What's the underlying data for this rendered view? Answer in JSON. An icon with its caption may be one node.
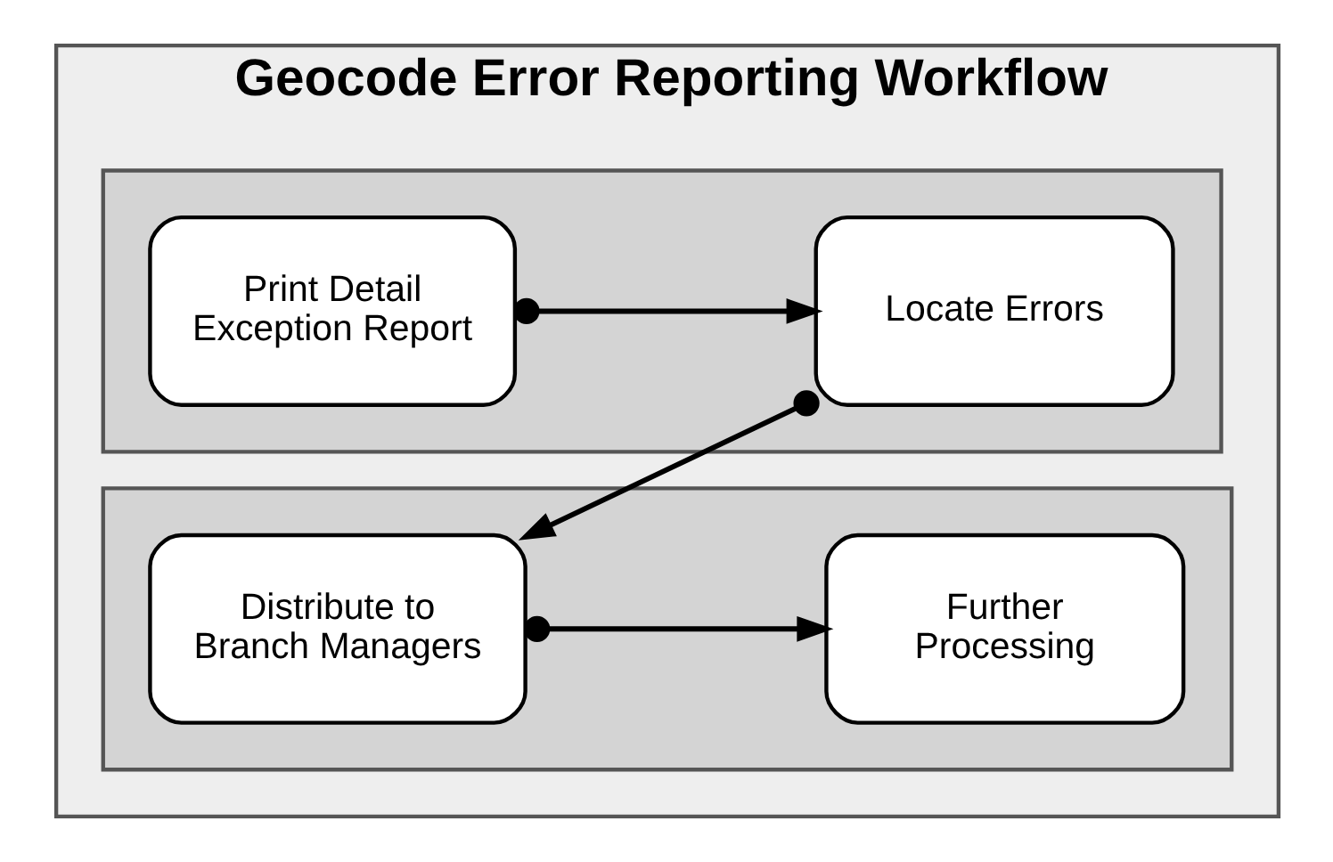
{
  "diagram": {
    "nodes": [
      {
        "text": [
          "Geocode Error Reporting Workflow"
        ]
      },
      {
        "text": [],
        "shape": "band",
        "in": 0
      },
      {
        "text": [
          "Print Detail Exception Report"
        ],
        "in": 1
      },
      {
        "text": [
          "Locate Errors"
        ],
        "in": 1
      },
      {
        "text": [],
        "shape": "band",
        "in": 0
      },
      {
        "text": [
          "Distribute to Branch Managers"
        ],
        "in": 4
      },
      {
        "text": [
          "Further Processing"
        ],
        "in": 4
      }
    ],
    "edges": [
      {
        "from": 2,
        "to": 3,
        "arrow": "to"
      },
      {
        "from": 3,
        "to": 5,
        "arrow": "to"
      },
      {
        "from": 5,
        "to": 6,
        "arrow": "to"
      }
    ]
  }
}
